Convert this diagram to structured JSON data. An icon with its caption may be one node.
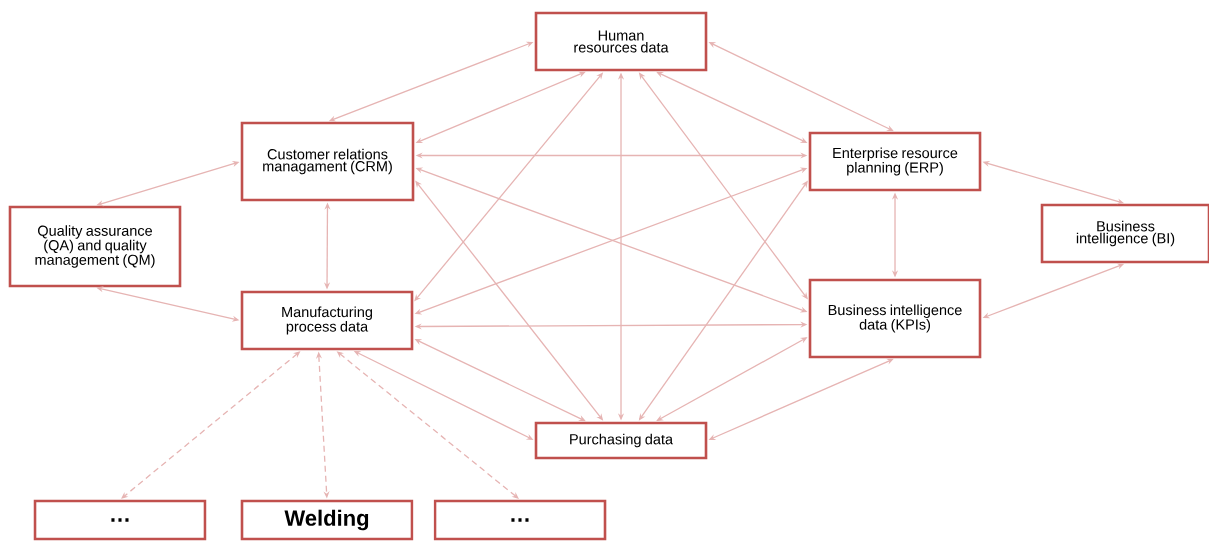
{
  "diagram": {
    "nodes": [
      {
        "text": [
          "Human resources data"
        ]
      },
      {
        "text": [
          "Customer relations managament (CRM)"
        ]
      },
      {
        "text": [
          "Enterprise resource planning (ERP)"
        ]
      },
      {
        "text": [
          "Quality assurance (QA) and quality management (QM)"
        ]
      },
      {
        "text": [
          "Business intelligence (BI)"
        ]
      },
      {
        "text": [
          "Manufacturing process data"
        ]
      },
      {
        "text": [
          "Business intelligence data (KPIs)"
        ]
      },
      {
        "text": [
          "Purchasing data"
        ]
      },
      {
        "text": [
          "…"
        ]
      },
      {
        "text": [
          "Welding"
        ]
      },
      {
        "text": [
          "…"
        ]
      }
    ],
    "edges": [
      {
        "from": 0,
        "to": 1,
        "arrow": "both"
      },
      {
        "from": 0,
        "to": 2,
        "arrow": "both"
      },
      {
        "from": 1,
        "to": 3,
        "arrow": "both"
      },
      {
        "from": 3,
        "to": 5,
        "arrow": "both"
      },
      {
        "from": 1,
        "to": 5,
        "arrow": "both"
      },
      {
        "from": 2,
        "to": 6,
        "arrow": "both"
      },
      {
        "from": 2,
        "to": 4,
        "arrow": "both"
      },
      {
        "from": 4,
        "to": 6,
        "arrow": "both"
      },
      {
        "from": 5,
        "to": 7,
        "arrow": "both"
      },
      {
        "from": 6,
        "to": 7,
        "arrow": "both"
      },
      {
        "from": 0,
        "to": 1,
        "arrow": "both"
      },
      {
        "from": 0,
        "to": 2,
        "arrow": "both"
      },
      {
        "from": 0,
        "to": 5,
        "arrow": "both"
      },
      {
        "from": 0,
        "to": 6,
        "arrow": "both"
      },
      {
        "from": 0,
        "to": 7,
        "arrow": "both"
      },
      {
        "from": 1,
        "to": 2,
        "arrow": "both"
      },
      {
        "from": 1,
        "to": 6,
        "arrow": "both"
      },
      {
        "from": 1,
        "to": 7,
        "arrow": "both"
      },
      {
        "from": 2,
        "to": 5,
        "arrow": "both"
      },
      {
        "from": 2,
        "to": 7,
        "arrow": "both"
      },
      {
        "from": 5,
        "to": 6,
        "arrow": "both"
      },
      {
        "from": 5,
        "to": 7,
        "arrow": "both"
      },
      {
        "from": 6,
        "to": 7,
        "arrow": "both"
      },
      {
        "from": 5,
        "to": 8,
        "arrow": "both",
        "style": "dashed"
      },
      {
        "from": 5,
        "to": 9,
        "arrow": "both",
        "style": "dashed"
      },
      {
        "from": 5,
        "to": 10,
        "arrow": "both",
        "style": "dashed"
      }
    ]
  }
}
